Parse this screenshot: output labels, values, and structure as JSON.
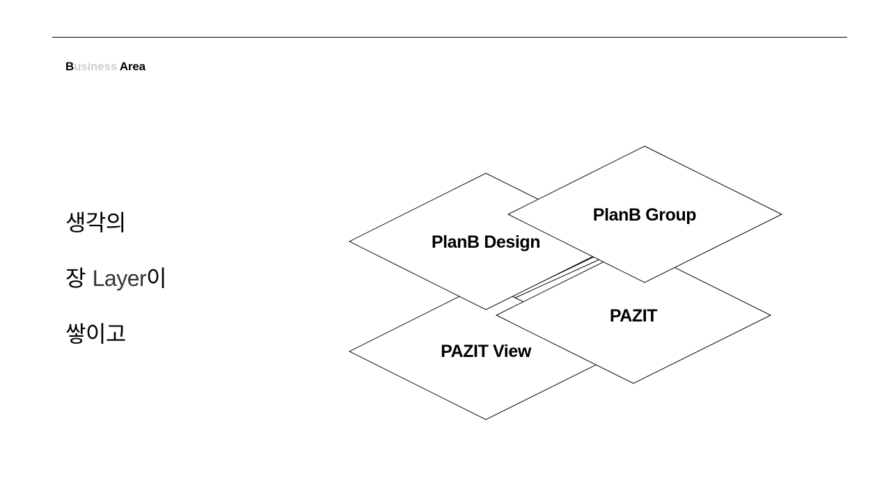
{
  "header": {
    "label_first_letter": "B",
    "label_rest_muted": "usiness",
    "label_second_word": "Area"
  },
  "tagline": {
    "line1": "생각의",
    "line2_prefix": "장",
    "line2_word": "Layer",
    "line2_suffix": "이",
    "line3": "쌓이고"
  },
  "layers": {
    "pazit_view": "PAZIT View",
    "pazit": "PAZIT",
    "planb_design": "PlanB Design",
    "planb_group": "PlanB Group"
  },
  "colors": {
    "text": "#000000",
    "muted": "#cfcfcf",
    "background": "#ffffff",
    "stroke": "#000000"
  }
}
